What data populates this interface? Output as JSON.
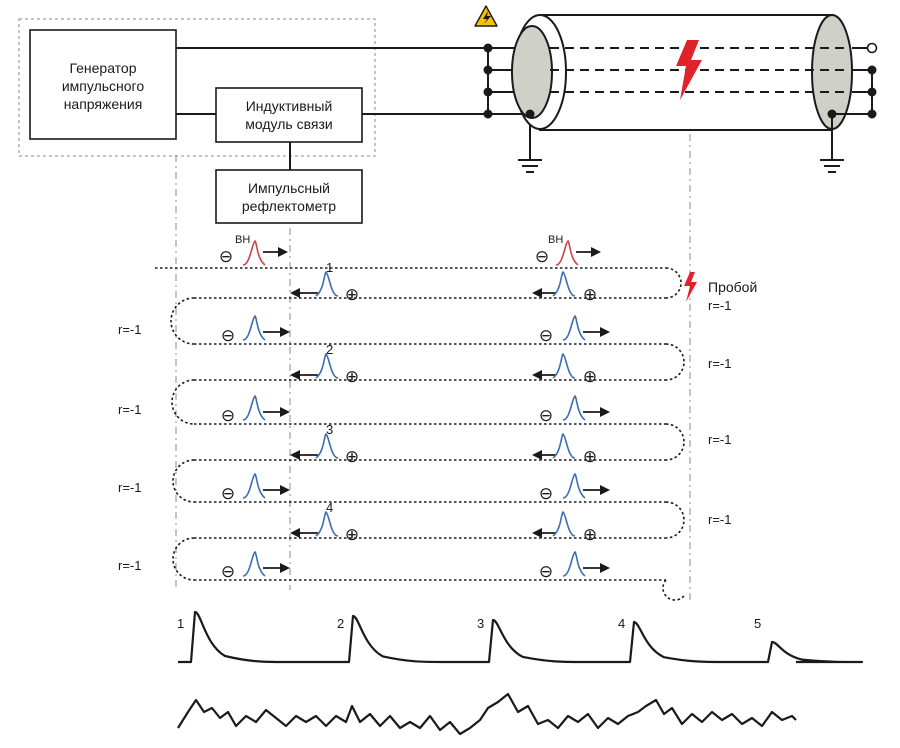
{
  "blocks": {
    "generator": [
      "Генератор",
      "импульсного",
      "напряжения"
    ],
    "coupler": [
      "Индуктивный",
      "модуль связи"
    ],
    "reflectometer": [
      "Импульсный",
      "рефлектометр"
    ]
  },
  "labels": {
    "hv": "ВН",
    "breakdown": "Пробой",
    "r_left": "r=-1",
    "r_right": "r=-1",
    "minus": "⊖",
    "plus": "⊕"
  },
  "reflection_numbers": [
    "1",
    "2",
    "3",
    "4"
  ],
  "trace_numbers": [
    "1",
    "2",
    "3",
    "4",
    "5"
  ],
  "colors": {
    "ink": "#1a1a1a",
    "pulse_blue": "#3b6db3",
    "pulse_red": "#d0414a",
    "warning_yellow": "#f2c200",
    "cable_gray": "#cfd0c8",
    "spark_red": "#e0222a"
  },
  "icons": [
    "warning-icon",
    "lightning-bolt-icon",
    "ground-icon"
  ]
}
